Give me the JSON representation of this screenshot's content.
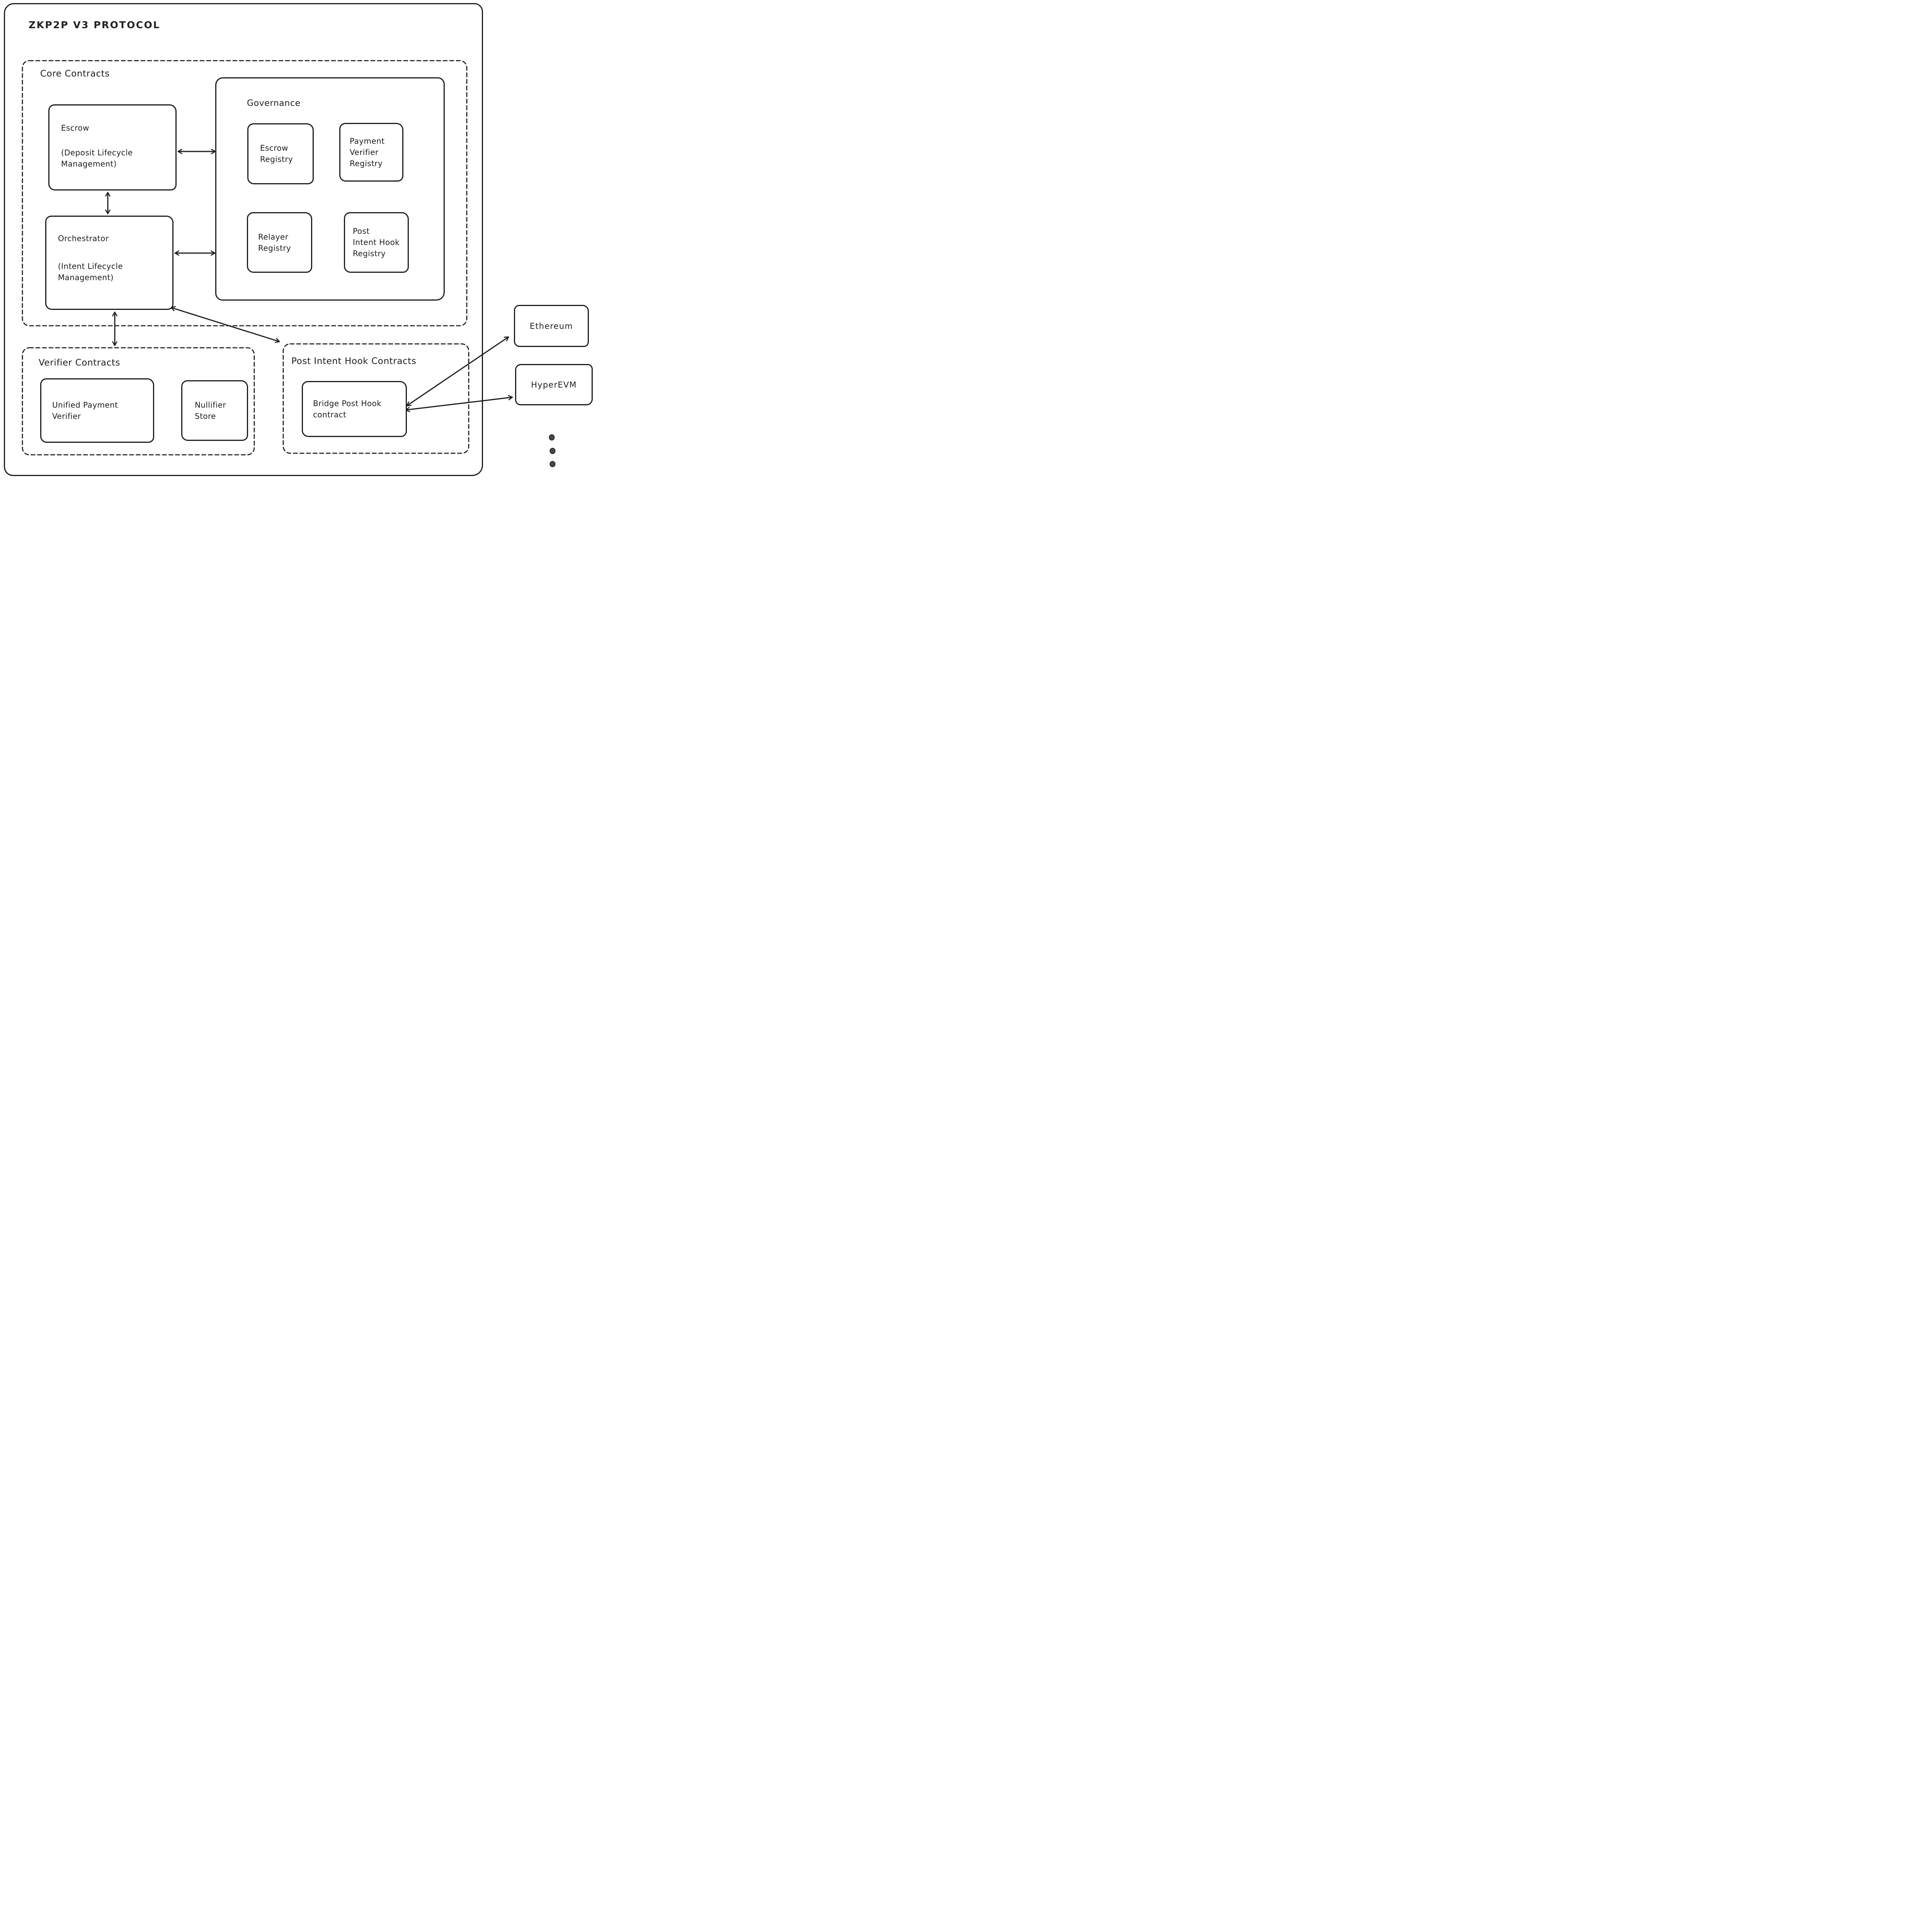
{
  "title": "ZKP2P V3 PROTOCOL",
  "colors": {
    "ink": "#1d1d1d",
    "background": "#ffffff",
    "ellipsis_dot_fill": "#4a4a4a"
  },
  "groups": {
    "core_contracts": {
      "label": "Core Contracts"
    },
    "governance": {
      "label": "Governance"
    },
    "verifier_contracts": {
      "label": "Verifier Contracts"
    },
    "post_intent_hook_contracts": {
      "label": "Post Intent Hook Contracts"
    }
  },
  "nodes": {
    "escrow": {
      "title": "Escrow",
      "subtitle": "(Deposit Lifecycle\nManagement)"
    },
    "orchestrator": {
      "title": "Orchestrator",
      "subtitle": "(Intent Lifecycle\nManagement)"
    },
    "escrow_registry": {
      "label": "Escrow\nRegistry"
    },
    "payment_verifier_registry": {
      "label": "Payment\nVerifier\nRegistry"
    },
    "relayer_registry": {
      "label": "Relayer\nRegistry"
    },
    "post_intent_hook_registry": {
      "label": "Post\nIntent Hook\nRegistry"
    },
    "unified_payment_verifier": {
      "label": "Unified Payment\nVerifier"
    },
    "nullifier_store": {
      "label": "Nullifier\nStore"
    },
    "bridge_post_hook": {
      "label": "Bridge Post Hook\ncontract"
    },
    "ethereum": {
      "label": "Ethereum"
    },
    "hyperevm": {
      "label": "HyperEVM"
    }
  },
  "icons": {
    "more_chains": "vertical-ellipsis-dots"
  },
  "connections": [
    "escrow <-> governance",
    "escrow <-> orchestrator",
    "orchestrator <-> governance",
    "orchestrator <-> verifier-contracts",
    "orchestrator <-> post-intent-hook-contracts",
    "bridge-post-hook <-> ethereum",
    "bridge-post-hook <-> hyperevm"
  ]
}
